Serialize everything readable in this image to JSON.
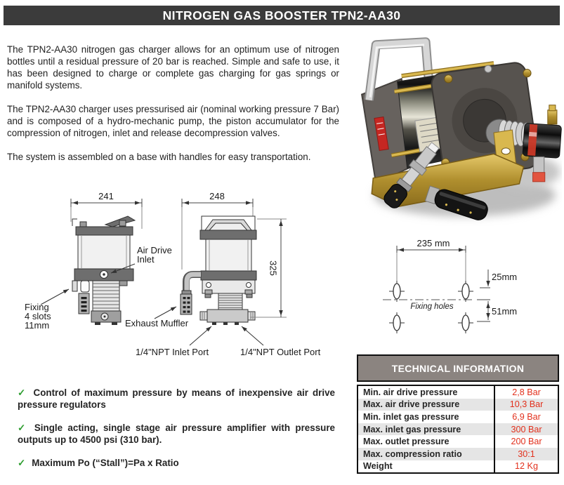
{
  "header": {
    "title": "NITROGEN GAS BOOSTER TPN2-AA30"
  },
  "intro": {
    "paragraphs": [
      "The TPN2-AA30 nitrogen gas charger allows for an optimum use of nitrogen bottles until a residual pressure of 20 bar is reached. Simple and safe to use, it has been designed to charge or complete gas charging for gas springs or manifold systems.",
      "The TPN2-AA30 charger uses pressurised air (nominal working pressure 7 Bar) and is composed of a hydro-mechanic pump, the piston accumulator for the compression of nitrogen, inlet and release decompression valves.",
      "The system is assembled on a base with handles for easy transportation."
    ]
  },
  "drawings": {
    "dim_width_side": "241",
    "dim_width_front": "248",
    "dim_height": "325",
    "air_drive_label": [
      "Air Drive",
      "Inlet"
    ],
    "fixing_label": [
      "Fixing",
      "4 slots",
      "11mm"
    ],
    "exhaust_label": "Exhaust Muffler",
    "inlet_port_label": "1/4\"NPT Inlet Port",
    "outlet_port_label": "1/4\"NPT Outlet Port"
  },
  "fixing_holes": {
    "dim_width": "235 mm",
    "dim_offset_top": "25mm",
    "dim_offset_bottom": "51mm",
    "caption": "Fixing holes"
  },
  "features": {
    "check": "✓",
    "items": [
      "Control of maximum pressure by means of inexpensive air drive pressure regulators",
      "Single acting, single stage air pressure amplifier with pressure outputs up to 4500 psi (310 bar).",
      "Maximum Po (“Stall”)=Pa x Ratio"
    ]
  },
  "table": {
    "title": "TECHNICAL INFORMATION",
    "rows": [
      {
        "label": "Min. air drive pressure",
        "value": "2,8 Bar"
      },
      {
        "label": "Max. air drive pressure",
        "value": "10,3 Bar"
      },
      {
        "label": "Min. inlet gas pressure",
        "value": "6,9 Bar"
      },
      {
        "label": "Max. inlet gas pressure",
        "value": "300 Bar"
      },
      {
        "label": "Max. outlet pressure",
        "value": "200 Bar"
      },
      {
        "label": "Max. compression ratio",
        "value": "30:1"
      },
      {
        "label": "Weight",
        "value": "12 Kg"
      }
    ]
  },
  "colors": {
    "header_bg": "#3b3b3b",
    "table_header_bg": "#8b8480",
    "value_red": "#e2301c",
    "check_green": "#2f9e31"
  }
}
